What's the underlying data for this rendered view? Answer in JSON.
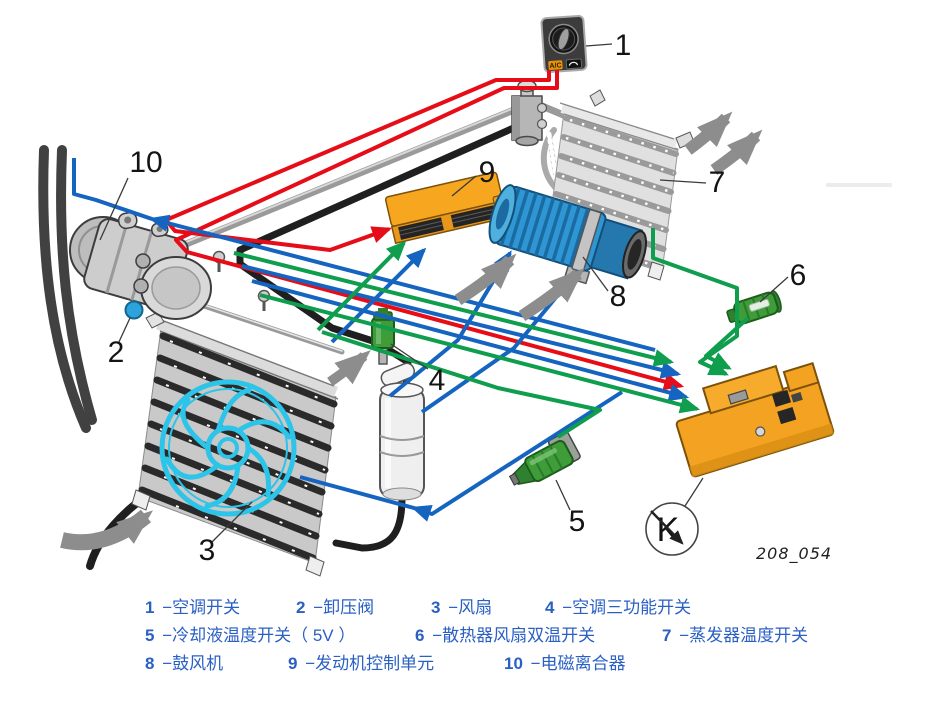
{
  "figure": {
    "code": "208_054",
    "k_symbol": "K",
    "switch_label": "A/C"
  },
  "colors": {
    "red_wire": "#e60c18",
    "blue_wire": "#1565c0",
    "green_wire": "#0f9d4e",
    "legend_text": "#2a5fc4",
    "component_orange": "#f4a222",
    "blower_blue": "#2e97d3",
    "fan_cyan": "#2cc4e8"
  },
  "callouts": {
    "c1": "1",
    "c2": "2",
    "c3": "3",
    "c4": "4",
    "c5": "5",
    "c6": "6",
    "c7": "7",
    "c8": "8",
    "c9": "9",
    "c10": "10"
  },
  "legend": {
    "rows": [
      {
        "items": [
          {
            "num": "1",
            "label": " −空调开关"
          },
          {
            "num": "2",
            "label": " −卸压阀"
          },
          {
            "num": "3",
            "label": " −风扇"
          },
          {
            "num": "4",
            "label": " −空调三功能开关"
          }
        ]
      },
      {
        "items": [
          {
            "num": "5",
            "label": " −冷却液温度开关（ 5V ）"
          },
          {
            "num": "6",
            "label": " −散热器风扇双温开关"
          },
          {
            "num": "7",
            "label": " −蒸发器温度开关"
          }
        ]
      },
      {
        "items": [
          {
            "num": "8",
            "label": " −鼓风机"
          },
          {
            "num": "9",
            "label": " −发动机控制单元"
          },
          {
            "num": "10",
            "label": " −电磁离合器"
          }
        ]
      }
    ]
  }
}
